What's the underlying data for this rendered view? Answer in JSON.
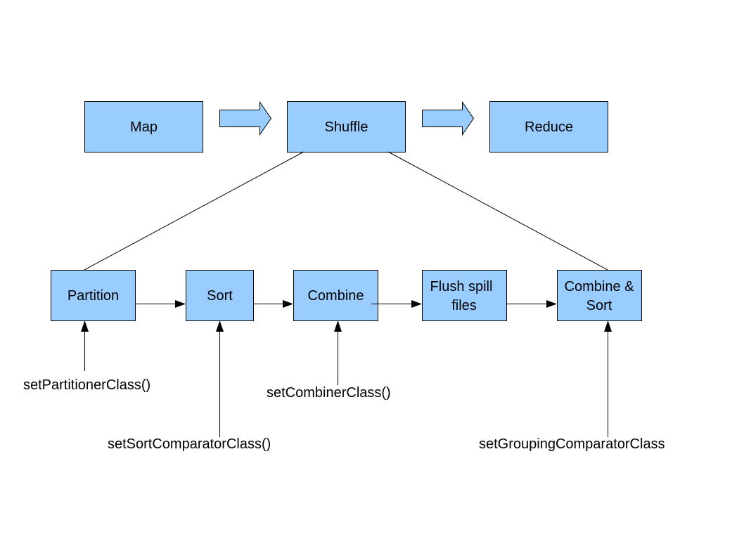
{
  "colors": {
    "box_fill": "#99ccff",
    "stroke": "#000000",
    "background": "#ffffff"
  },
  "top_row": {
    "map": "Map",
    "shuffle": "Shuffle",
    "reduce": "Reduce"
  },
  "steps": {
    "partition": "Partition",
    "sort": "Sort",
    "combine": "Combine",
    "flush_line1": "Flush spill",
    "flush_line2": "files",
    "combine_sort_line1": "Combine &",
    "combine_sort_line2": "Sort"
  },
  "methods": {
    "partitioner": "setPartitionerClass()",
    "sort_comparator": "setSortComparatorClass()",
    "combiner": "setCombinerClass()",
    "grouping_comparator": "setGroupingComparatorClass"
  }
}
